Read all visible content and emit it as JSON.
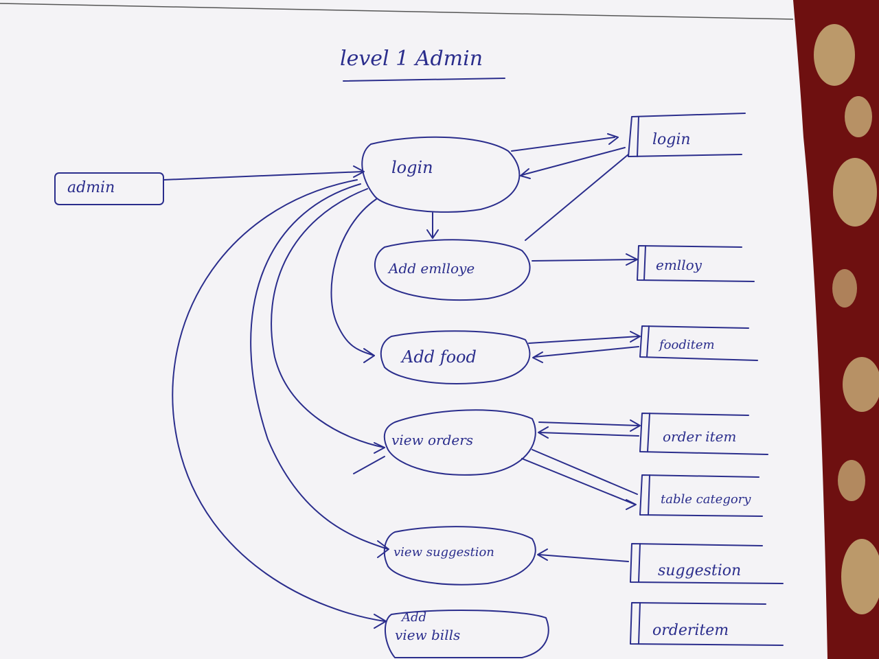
{
  "title": "level 1 Admin",
  "external_entity": {
    "label": "admin"
  },
  "processes": [
    {
      "id": "login",
      "label": "login"
    },
    {
      "id": "add_employee",
      "label": "Add emlloye"
    },
    {
      "id": "add_food",
      "label": "Add food"
    },
    {
      "id": "view_orders",
      "label": "view orders"
    },
    {
      "id": "view_suggestion",
      "label": "view suggestion"
    },
    {
      "id": "view_bills",
      "label_line1": "Add",
      "label_line2": "view bills"
    }
  ],
  "data_stores": [
    {
      "id": "login",
      "label": "login"
    },
    {
      "id": "employ",
      "label": "emlloy"
    },
    {
      "id": "fooditem",
      "label": "fooditem"
    },
    {
      "id": "order_item",
      "label": "order item"
    },
    {
      "id": "table_category",
      "label": "table category"
    },
    {
      "id": "suggestion",
      "label": "suggestion"
    },
    {
      "id": "orderitem",
      "label": "orderitem"
    }
  ],
  "colors": {
    "ink": "#2a2d8c",
    "paper": "#f4f3f6",
    "carpet": "#6e1010",
    "carpet_pattern": "#c9b27a"
  }
}
